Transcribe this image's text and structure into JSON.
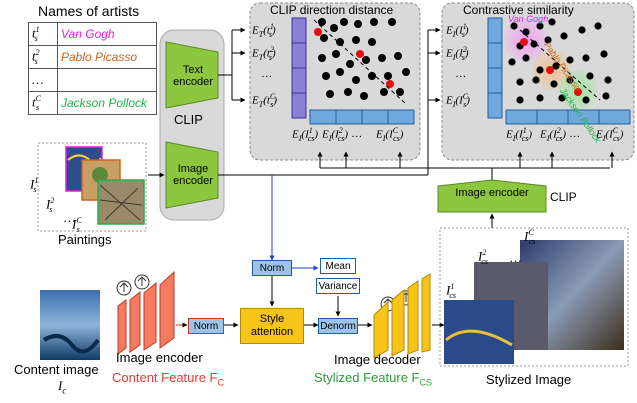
{
  "artists_table": {
    "title": "Names of artists",
    "rows": [
      {
        "symbol": "t",
        "sub": "s",
        "sup": "1",
        "name": "Van Gogh",
        "color": "#e020e0"
      },
      {
        "symbol": "t",
        "sub": "s",
        "sup": "2",
        "name": "Pablo Picasso",
        "color": "#c8641e"
      },
      {
        "symbol": "…",
        "sub": "",
        "sup": "",
        "name": "",
        "color": "#000000"
      },
      {
        "symbol": "t",
        "sub": "s",
        "sup": "C",
        "name": "Jackson Pollock",
        "color": "#21b24b"
      }
    ]
  },
  "clip": {
    "label": "CLIP",
    "text_encoder": "Text encoder",
    "image_encoder": "Image encoder"
  },
  "paintings_label": "Paintings",
  "painting_labels": [
    "I_s^1",
    "I_s^2",
    "…",
    "I_s^C"
  ],
  "clip_direction": {
    "title": "CLIP direction distance",
    "text_embeddings": [
      "E_T(t_s^1)",
      "E_T(t_s^2)",
      "…",
      "E_T(t_s^C)"
    ],
    "image_embeddings": [
      "E_I(I_cs^1)",
      "E_I(I_cs^2)",
      "…",
      "E_I(I_cs^C)"
    ]
  },
  "contrastive": {
    "title": "Contrastive similarity",
    "image_embeddings": [
      "E_I(I_s^1)",
      "E_I(I_s^2)",
      "…",
      "E_I(I_s^C)"
    ],
    "cluster_labels": [
      "Van Gogh",
      "Pablo Picasso",
      "Jackson Pollock"
    ],
    "cluster_colors": [
      "#e020e0",
      "#c8641e",
      "#21b24b"
    ],
    "bottom_embeddings": [
      "E_I(I_cs^1)",
      "E_I(I_cs^2)",
      "…",
      "E_I(I_cs^C)"
    ]
  },
  "image_encoder_clip": {
    "label": "Image encoder",
    "side_label": "CLIP"
  },
  "norm_top": "Norm",
  "mean": "Mean",
  "variance": "Variance",
  "norm_bottom": "Norm",
  "style_attention": "Style attention",
  "denorm": "Denorm",
  "content_image": {
    "label": "Content image",
    "symbol": "I_c"
  },
  "image_encoder_bottom": {
    "label": "Image encoder",
    "feature": "Content Feature F_C"
  },
  "image_decoder": {
    "label": "Image decoder",
    "feature": "Stylized Feature F_CS"
  },
  "stylized": {
    "label": "Stylized Image",
    "symbols": [
      "I_cs^1",
      "I_cs^2",
      "…",
      "I_cs^C"
    ]
  },
  "colors": {
    "green": "#8dc63f",
    "blue_embed": "#6fa8dc",
    "purple_embed": "#8b7fd6",
    "panel": "#d9d9d9",
    "yellow": "#f7c519",
    "red_accent": "#e53935",
    "stylized_green": "#2e9a3a",
    "arrow_blue": "#1f3fcf"
  }
}
